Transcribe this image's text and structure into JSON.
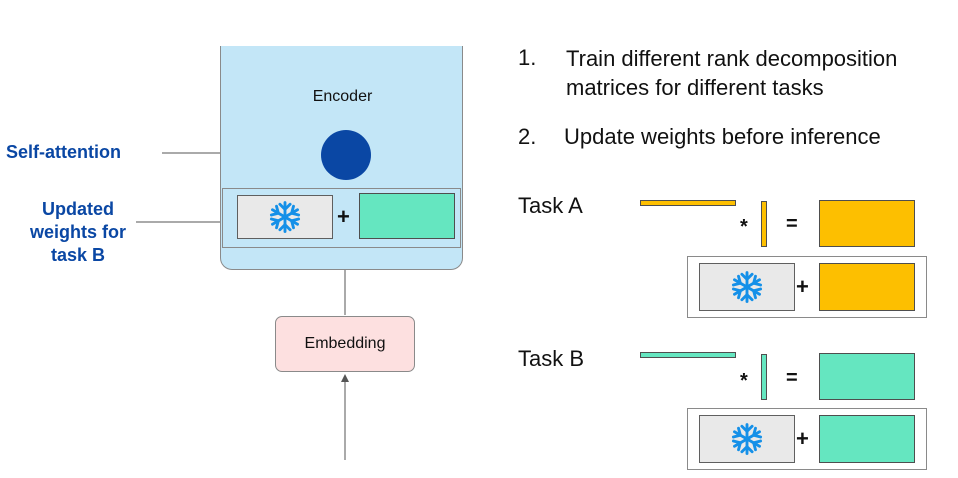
{
  "diagram": {
    "encoder": {
      "label": "Encoder"
    },
    "labels": {
      "self_attention": "Self-attention",
      "updated_weights": [
        "Updated",
        "weights for",
        "task B"
      ]
    },
    "embedding": {
      "label": "Embedding"
    },
    "operators": {
      "plus": "+",
      "times": "*",
      "equals": "="
    },
    "steps": [
      {
        "number": "1.",
        "lines": [
          "Train different rank decomposition",
          "matrices for different tasks"
        ]
      },
      {
        "number": "2.",
        "lines": [
          "Update weights before inference"
        ]
      }
    ],
    "tasks": [
      {
        "label": "Task A",
        "color": "#fdbf00"
      },
      {
        "label": "Task B",
        "color": "#65e6c0"
      }
    ],
    "icons": {
      "frozen": "snowflake-icon"
    },
    "colors": {
      "encoder_fill": "#c3e6f7",
      "attention_dot": "#0a47a4",
      "label_blue": "#0a47a4",
      "embedding_fill": "#fde0e0",
      "frozen_fill": "#e9e9e9",
      "snowflake": "#1590e8"
    }
  }
}
